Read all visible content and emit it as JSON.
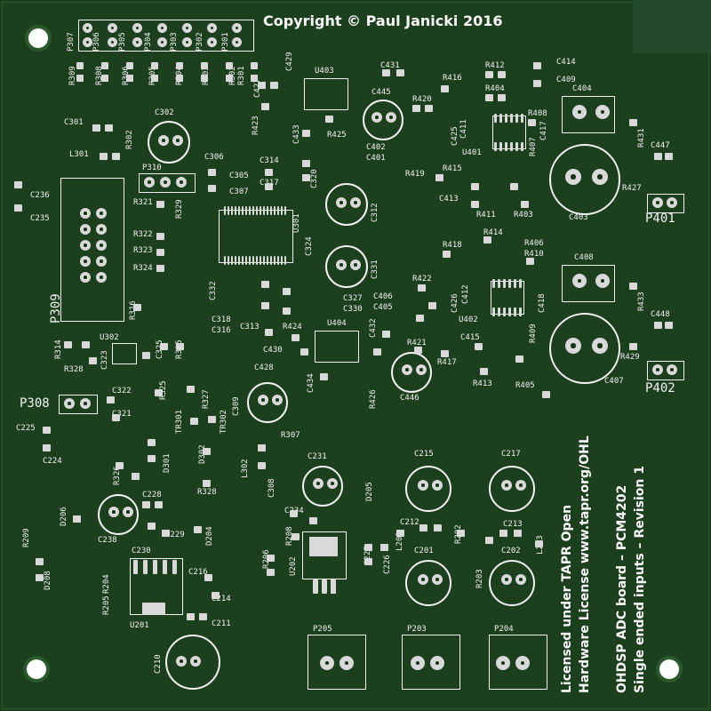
{
  "board": {
    "copyright": "Copyright © Paul Janicki 2016",
    "license_line1": "Licensed under TAPR Open",
    "license_line2": "Hardware License www.tapr.org/OHL",
    "title_line1": "OHDSP ADC board – PCM4202",
    "title_line2": "Single ended inputs – Revision 1",
    "colors": {
      "substrate": "#1c3f1e",
      "silkscreen": "#f2f2f2",
      "pads": "#d9d9d9",
      "holes": "#ffffff"
    }
  },
  "connectors": {
    "p309": "P309",
    "p308": "P308",
    "p310": "P310",
    "p401": "P401",
    "p402": "P402",
    "p205": "P205",
    "p203": "P203",
    "p204": "P204",
    "header_top": [
      "P307",
      "P306",
      "P305",
      "P304",
      "P303",
      "P302",
      "P301"
    ]
  },
  "components": {
    "resistors_top": [
      "R309",
      "R308",
      "R306",
      "R305",
      "R304",
      "R303",
      "R302",
      "R301"
    ],
    "u403": "U403",
    "u401": "U401",
    "u402": "U402",
    "u404": "U404",
    "u302": "U302",
    "u301": "U301",
    "u202": "U202",
    "u201": "U201",
    "c302": "C302",
    "c301": "C301",
    "l301": "L301",
    "r302b": "R302",
    "c236": "C236",
    "c235": "C235",
    "c306": "C306",
    "c305": "C305",
    "c307": "C307",
    "c314": "C314",
    "c317": "C317",
    "c320": "C320",
    "c312": "C312",
    "c331": "C331",
    "c324": "C324",
    "c332": "C332",
    "r321": "R321",
    "r322": "R322",
    "r323": "R323",
    "r324": "R324",
    "r329": "R329",
    "c429": "C429",
    "c427": "C427",
    "r423": "R423",
    "c433": "C433",
    "r425": "R425",
    "c431": "C431",
    "c445": "C445",
    "c402": "C402",
    "c401": "C401",
    "r419": "R419",
    "r420": "R420",
    "r416": "R416",
    "r412": "R412",
    "c414": "C414",
    "r404": "R404",
    "c409": "C409",
    "c404": "C404",
    "r408": "R408",
    "c425": "C425",
    "c411": "C411",
    "r407": "R407",
    "c417": "C417",
    "r431": "R431",
    "c447": "C447",
    "r415": "R415",
    "c413": "C413",
    "r427": "R427",
    "r411": "R411",
    "r403": "R403",
    "c403": "C403",
    "r418": "R418",
    "r414": "R414",
    "r406": "R406",
    "r410": "R410",
    "c408": "C408",
    "r422": "R422",
    "c406": "C406",
    "c405": "C405",
    "c426": "C426",
    "c412": "C412",
    "c418": "C418",
    "r433": "R433",
    "c448": "C448",
    "r409": "R409",
    "c415": "C415",
    "r421": "R421",
    "r417": "R417",
    "r413": "R413",
    "r405": "R405",
    "r429": "R429",
    "c407": "C407",
    "c446": "C446",
    "c327": "C327",
    "c330": "C330",
    "c318": "C318",
    "c316": "C316",
    "c313": "C313",
    "r424": "R424",
    "c432": "C432",
    "c430": "C430",
    "c428": "C428",
    "c434": "C434",
    "r426": "R426",
    "r316": "R316",
    "r314": "R314",
    "c323": "C323",
    "c325": "C325",
    "r315": "R315",
    "r328": "R328",
    "c322": "C322",
    "c321": "C321",
    "r325": "R325",
    "r327": "R327",
    "c309": "C309",
    "tr301": "TR301",
    "tr302": "TR302",
    "r307": "R307",
    "l302": "L302",
    "c308": "C308",
    "c225": "C225",
    "c224": "C224",
    "r326": "R326",
    "d301": "D301",
    "d302": "D302",
    "r328b": "R328",
    "d206": "D206",
    "c238": "C238",
    "c228": "C228",
    "c229": "C229",
    "d204": "D204",
    "r209": "R209",
    "d208": "D208",
    "c230": "C230",
    "r204": "R204",
    "r205": "R205",
    "c216": "C216",
    "c214": "C214",
    "c211": "C211",
    "c210": "C210",
    "c231": "C231",
    "d205": "D205",
    "c234": "C234",
    "r208": "R208",
    "r206": "R206",
    "c227": "C227",
    "c226": "C226",
    "c215": "C215",
    "c217": "C217",
    "c212": "C212",
    "r202": "R202",
    "l202": "L202",
    "c213": "C213",
    "c201": "C201",
    "c202": "C202",
    "r203": "R203",
    "l203": "L203"
  }
}
